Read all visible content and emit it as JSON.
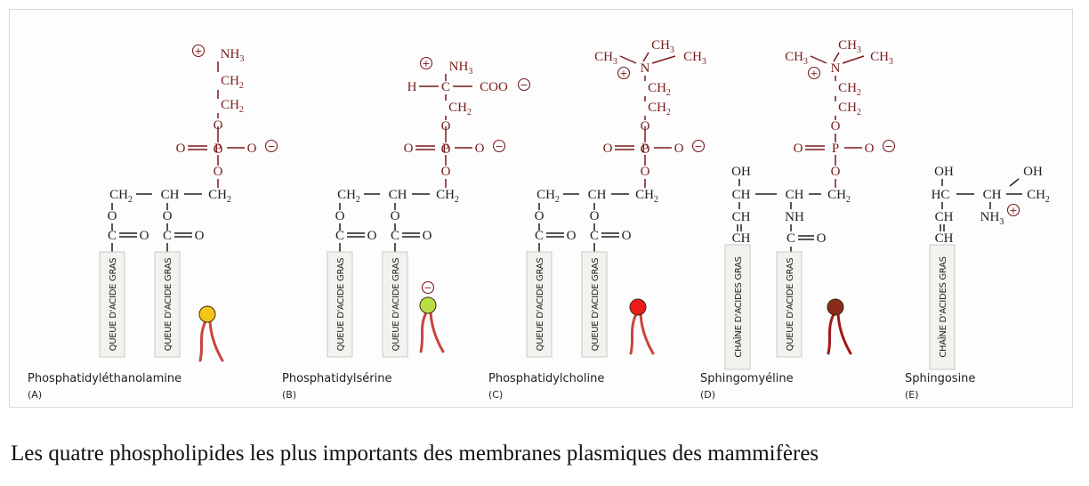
{
  "figure": {
    "colors": {
      "structure": "#7a1a1a",
      "text_dark": "#1e1e1e",
      "lipid_tail": "#c8453e",
      "head_A": "#f5c518",
      "head_B": "#b8dd45",
      "head_C": "#ee1a1a",
      "head_D": "#8b2a1a",
      "tail_D": "#a01818"
    },
    "labels": {
      "nh3": "NH",
      "nh3_sub": "3",
      "ch2": "CH",
      "ch2_sub": "2",
      "ch": "CH",
      "ch3": "CH",
      "ch3_sub": "3",
      "n": "N",
      "o": "O",
      "p": "P",
      "c": "C",
      "h": "H",
      "hc": "HC",
      "oh": "OH",
      "nh": "NH",
      "coo": "COO",
      "plus": "+",
      "minus": "−"
    },
    "tails": {
      "fatty_acid": "QUEUE D'ACIDE GRAS",
      "fatty_acid_chain": "CHAÎNE D'ACIDES GRAS"
    },
    "molecules": [
      {
        "name": "Phosphatidyléthanolamine",
        "letter": "(A)"
      },
      {
        "name": "Phosphatidylsérine",
        "letter": "(B)"
      },
      {
        "name": "Phosphatidylcholine",
        "letter": "(C)"
      },
      {
        "name": "Sphingomyéline",
        "letter": "(D)"
      },
      {
        "name": "Sphingosine",
        "letter": "(E)"
      }
    ]
  },
  "caption": "Les quatre phospholipides les plus importants des membranes plasmiques des mammifères"
}
